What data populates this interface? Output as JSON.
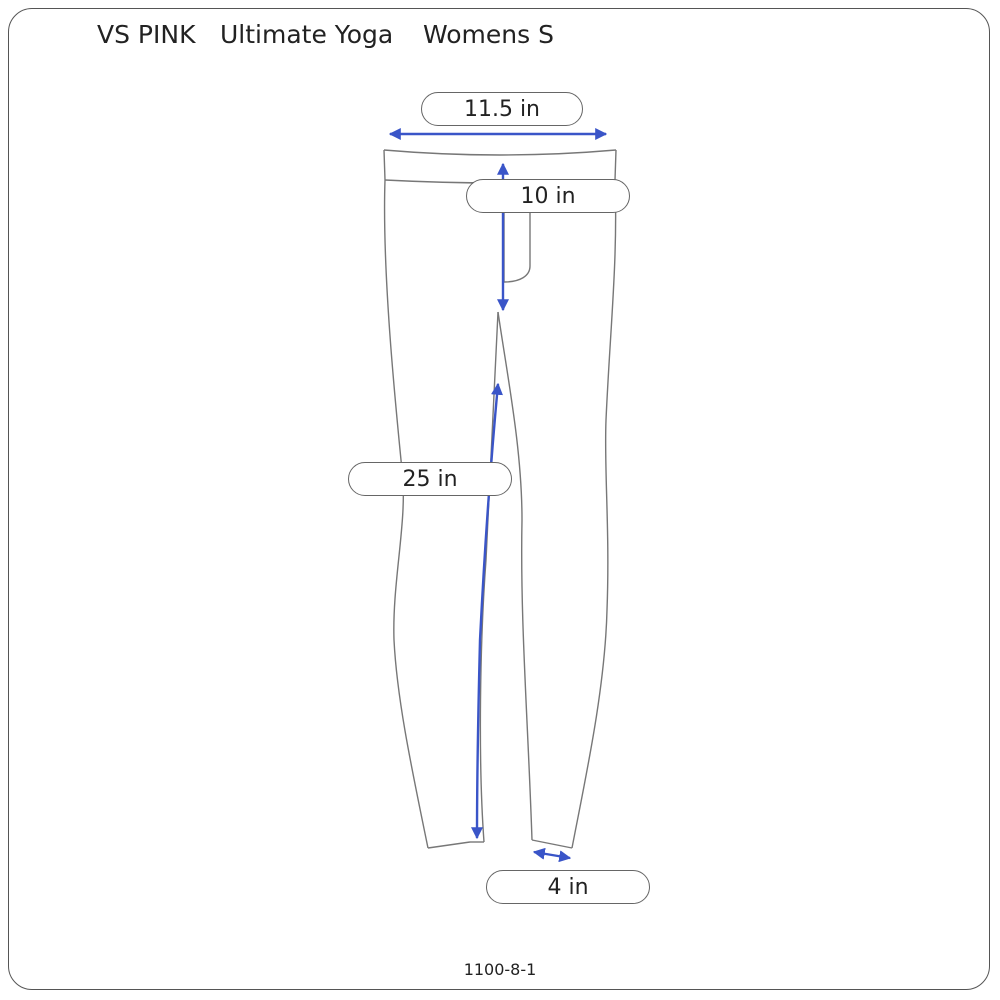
{
  "header": {
    "brand": "VS PINK",
    "product": "Ultimate Yoga",
    "size": "Womens S"
  },
  "measurements": {
    "waist": "11.5 in",
    "rise": "10 in",
    "inseam": "25 in",
    "leg_opening": "4 in"
  },
  "footer": {
    "code": "1100-8-1"
  },
  "colors": {
    "arrow": "#3a55c8",
    "outline": "#777777",
    "border": "#555555"
  }
}
